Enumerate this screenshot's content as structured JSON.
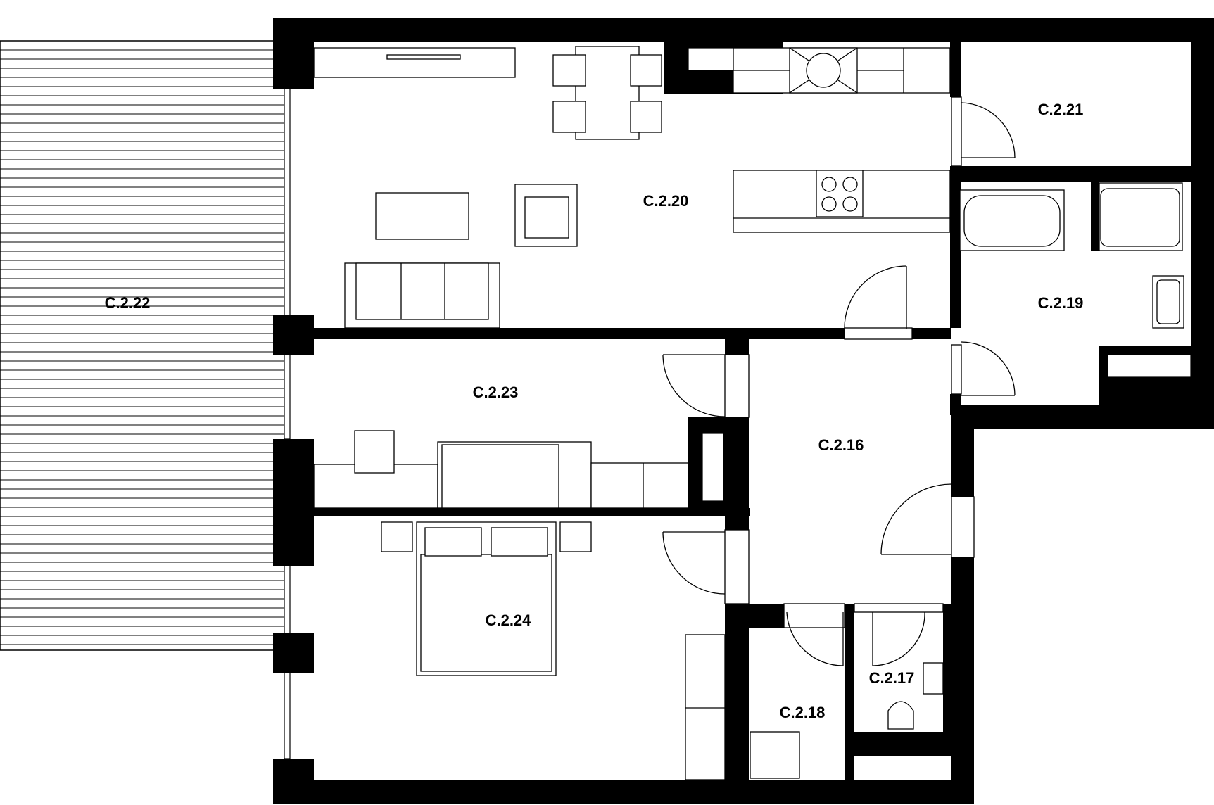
{
  "rooms": {
    "c2_16": "C.2.16",
    "c2_17": "C.2.17",
    "c2_18": "C.2.18",
    "c2_19": "C.2.19",
    "c2_20": "C.2.20",
    "c2_21": "C.2.21",
    "c2_22": "C.2.22",
    "c2_23": "C.2.23",
    "c2_24": "C.2.24"
  },
  "colors": {
    "wall": "#000000",
    "line": "#000000",
    "background": "#ffffff"
  }
}
